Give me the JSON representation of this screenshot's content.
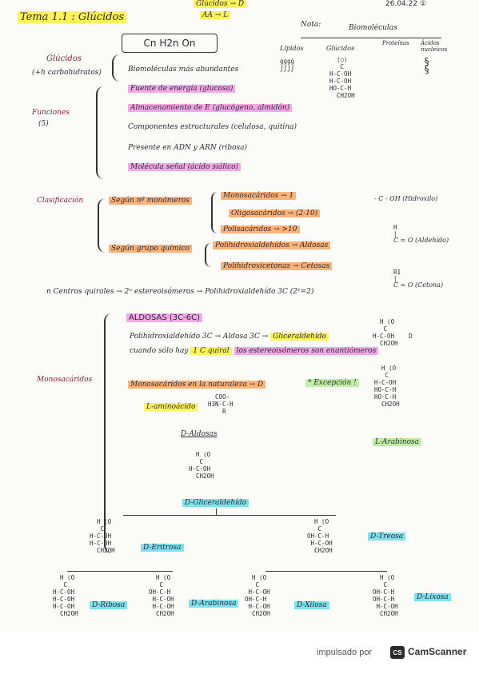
{
  "header": {
    "title": "Tema 1.1 : Glúcidos",
    "top_note_1": "Glúcidos → D",
    "top_note_2": "AA → L",
    "date": "26.04.22 ①"
  },
  "formula": "Cn H2n On",
  "left_labels": {
    "glucidos": "Glúcidos",
    "carbohidratos": "(+h carbohidratos)",
    "funciones": "Funciones",
    "funciones_count": "(5)",
    "clasificacion": "Clasificación",
    "monosacaridos": "Monosacáridos"
  },
  "intro_lines": [
    "Biomoléculas más abundantes",
    "Fuente de energía (glucosa)",
    "Almacenamiento de E (glucógeno, almidón)",
    "Componentes estructurales (celulosa, quitina)",
    "Presente en ADN y ARN (ribosa)",
    "Molécula señal (ácido siálico)"
  ],
  "nota": {
    "label": "Nota:",
    "biomoleculas": "Biomoléculas",
    "columns": [
      "Lípidos",
      "Glúcidos",
      "Proteínas",
      "Ácidos nucleicos"
    ]
  },
  "clasificacion": {
    "segun_monomeros": "Según nº monómeros",
    "mono": "Monosacáridos → 1",
    "oligo": "Oligosacáridos → (2-10)",
    "poli": "Polisacáridos → >10",
    "segun_grupo": "Según grupo químico",
    "polihidroxialdehidos": "Polihidroxialdehídos → Aldosas",
    "polihidroxicetonas": "Polihidroxicetonas → Cetosas",
    "hidroxilo": "- C - OH (Hidroxilo)",
    "aldehido": "C = O (Aldehído)",
    "cetona": "C = O (Cetona)"
  },
  "centros_quirales": "n Centros quirales → 2ⁿ estereoisómeros → Polihidroxialdehído 3C (2¹=2)",
  "aldosas": {
    "heading": "ALDOSAS (3C-6C)",
    "line1": "Polihidroxialdehído 3C → Aldosa 3C →",
    "gliceraldehido": "Gliceraldehído",
    "line2_a": "cuando sólo hay",
    "line2_hl": "1 C quiral",
    "line2_b": "los estereoisómeros son enantiómeros",
    "naturaleza": "Monosacáridos en la naturaleza → D",
    "l_aminoacido": "L-aminoácido",
    "excepcion": "* Excepción !",
    "l_arabinosa": "L-Arabinosa",
    "d_aldosas": "D-Aldosas",
    "d_gliceraldehido": "D-Gliceraldehído",
    "d_eritrosa": "D-Eritrosa",
    "d_treosa": "D-Treosa",
    "d_ribosa": "D-Ribosa",
    "d_arabinosa": "D-Arabinosa",
    "d_xilosa": "D-Xilosa",
    "d_lixosa": "D-Lixosa"
  },
  "footer": {
    "impulsado": "impulsado por",
    "badge": "CS",
    "brand": "CamScanner"
  }
}
